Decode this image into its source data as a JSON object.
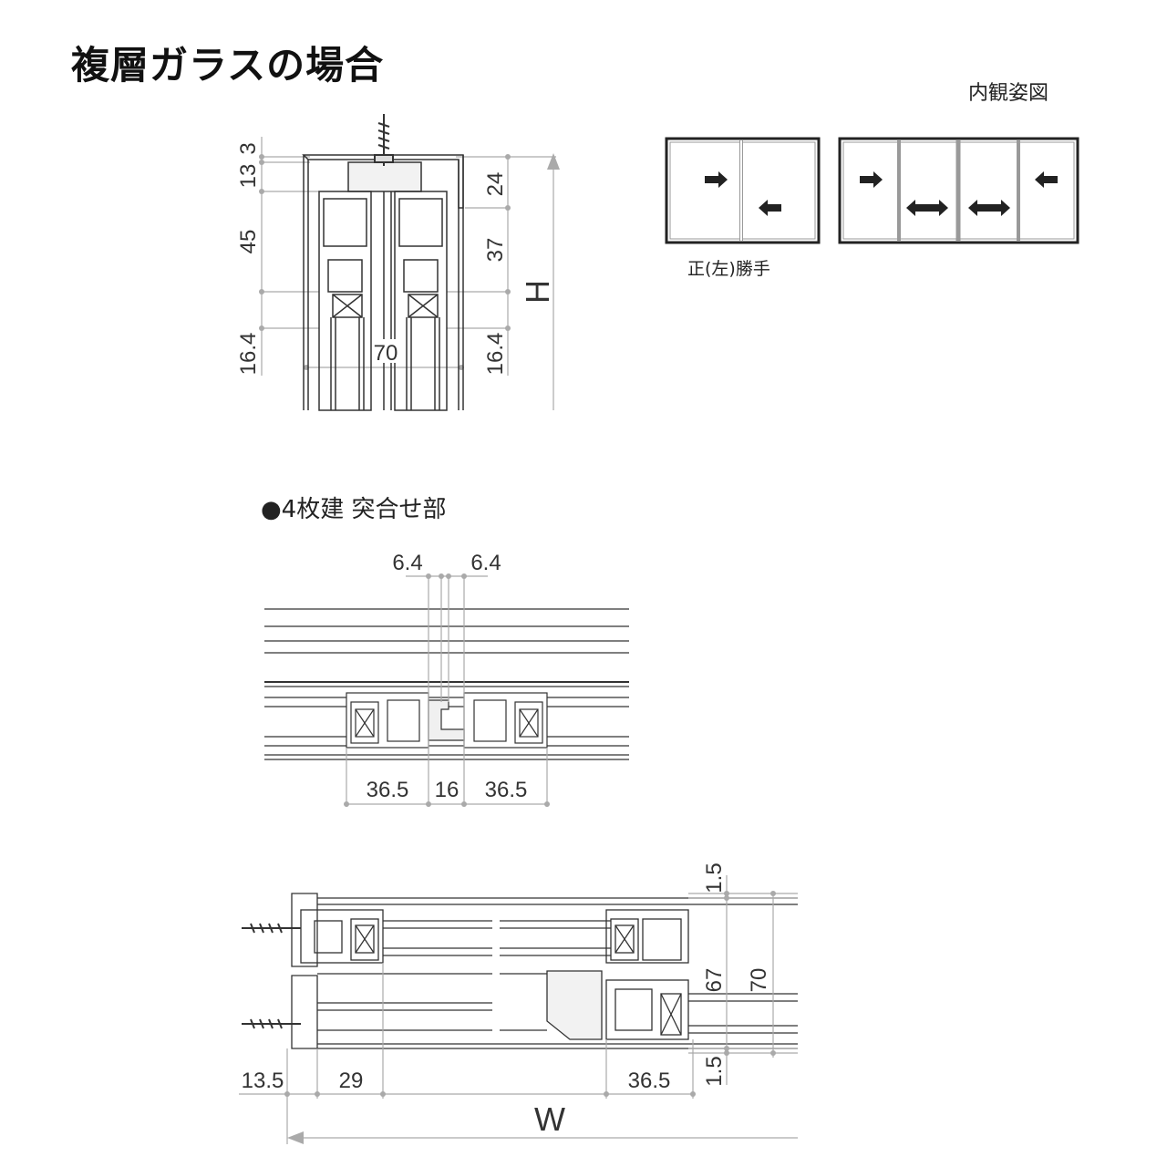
{
  "title": "複層ガラスの場合",
  "elevation_label": "内観姿図",
  "handing_label": "正(左)勝手",
  "section_heading": "●4枚建 突合せ部",
  "head_section": {
    "left_dims": [
      "3",
      "13",
      "45",
      "16.4"
    ],
    "right_dims": [
      "24",
      "37",
      "16.4"
    ],
    "center_dim": "70",
    "height_symbol": "H"
  },
  "meeting_section": {
    "top_dims": [
      "6.4",
      "6.4"
    ],
    "bottom_dims": [
      "36.5",
      "16",
      "36.5"
    ]
  },
  "jamb_section": {
    "right_dims": [
      "1.5",
      "67",
      "70",
      "1.5"
    ],
    "bottom_dims": [
      "13.5",
      "29",
      "36.5"
    ],
    "width_symbol": "W"
  },
  "colors": {
    "line": "#333333",
    "dim_line": "#999999",
    "fill": "#e8e8e8"
  }
}
